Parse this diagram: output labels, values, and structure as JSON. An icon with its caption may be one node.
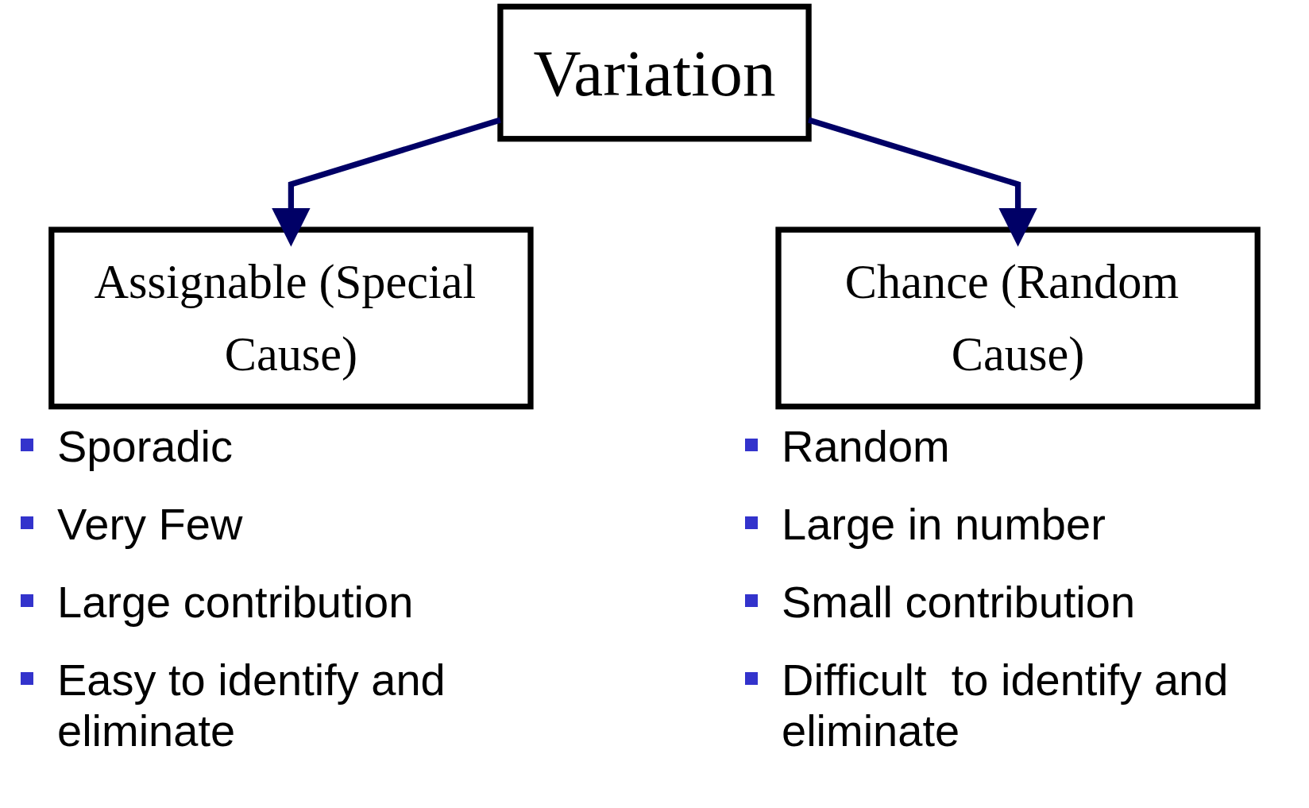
{
  "diagram": {
    "nodes": [
      {
        "text": [
          "Variation"
        ]
      },
      {
        "text": [
          "Assignable (Special Cause)"
        ]
      },
      {
        "text": [
          "Chance (Random Cause)"
        ]
      }
    ],
    "edges": [
      {
        "from": 0,
        "to": 1,
        "arrow": "to"
      },
      {
        "from": 0,
        "to": 2,
        "arrow": "to"
      }
    ],
    "labels": [
      "Sporadic",
      "Very Few",
      "Large contribution",
      "Easy to identify and eliminate",
      "Random",
      "Large in number",
      "Small contribution",
      "Difficult  to identify and eliminate"
    ]
  }
}
